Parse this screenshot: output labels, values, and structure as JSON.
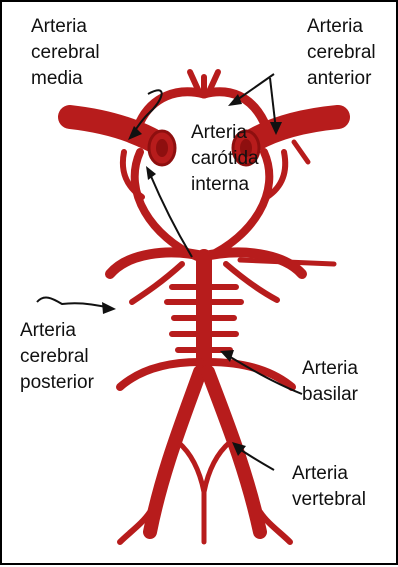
{
  "labels": {
    "media": "Arteria\ncerebral\nmedia",
    "anterior": "Arteria\ncerebral\nanterior",
    "carotida": "Arteria\ncarótida\ninterna",
    "posterior": "Arteria\ncerebral\nposterior",
    "basilar": "Arteria\nbasilar",
    "vertebral": "Arteria\nvertebral"
  },
  "colors": {
    "artery": "#b71c1c",
    "artery_dark": "#8e0f0f",
    "line": "#111111"
  }
}
